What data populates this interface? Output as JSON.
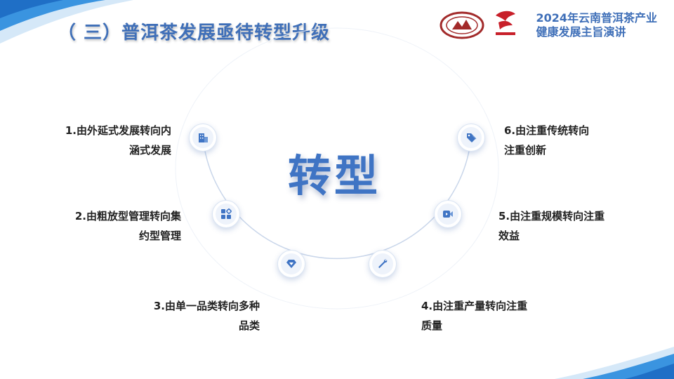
{
  "header": {
    "title": "（ 三）普洱茶发展亟待转型升级",
    "subtitle_line1": "2024年云南普洱茶产业",
    "subtitle_line2": "健康发展主旨演讲"
  },
  "center_word": "转型",
  "items": [
    {
      "line1": "1.由外延式发展转向内",
      "line2": "涵式发展",
      "icon": "building-icon"
    },
    {
      "line1": "2.由粗放型管理转向集",
      "line2": "约型管理",
      "icon": "apps-grid-icon"
    },
    {
      "line1": "3.由单一品类转向多种",
      "line2": "品类",
      "icon": "diamond-icon"
    },
    {
      "line1": "4.由注重产量转向注重",
      "line2": "质量",
      "icon": "wrench-icon"
    },
    {
      "line1": "5.由注重规模转向注重",
      "line2": "效益",
      "icon": "video-camera-icon"
    },
    {
      "line1": "6.由注重传统转向",
      "line2": "注重创新",
      "icon": "price-tag-icon"
    }
  ],
  "colors": {
    "accent": "#3f6fb8",
    "wave": "#2f8fe0",
    "text": "#222222"
  }
}
